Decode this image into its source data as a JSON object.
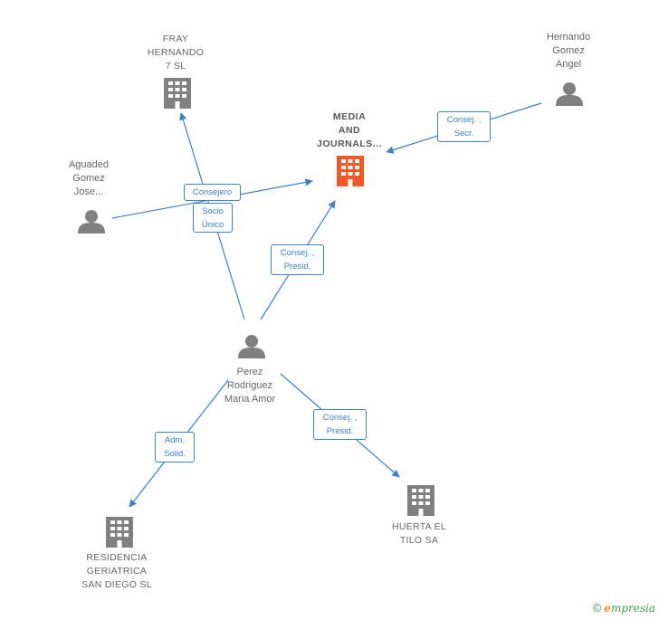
{
  "colors": {
    "edge": "#3d80c9",
    "node_gray": "#808080",
    "focus_company": "#f15a24",
    "brand_green": "#3aa04a",
    "brand_orange": "#f08a24"
  },
  "nodes": {
    "media": {
      "label": "MEDIA\nAND\nJOURNALS...",
      "kind": "company",
      "icon": "building-icon"
    },
    "fray": {
      "label": "FRAY\nHERNANDO\n7  SL",
      "kind": "company",
      "icon": "building-icon"
    },
    "hernando": {
      "label": "Hernando\nGomez\nAngel",
      "kind": "person",
      "icon": "person-icon"
    },
    "aguaded": {
      "label": "Aguaded\nGomez\nJose...",
      "kind": "person",
      "icon": "person-icon"
    },
    "perez": {
      "label": "Perez\nRodriguez\nMaria Amor",
      "kind": "person",
      "icon": "person-icon"
    },
    "residencia": {
      "label": "RESIDENCIA\nGERIATRICA\nSAN DIEGO SL",
      "kind": "company",
      "icon": "building-icon"
    },
    "huerta": {
      "label": "HUERTA EL\nTILO SA",
      "kind": "company",
      "icon": "building-icon"
    }
  },
  "relations": {
    "hernando_media": "Consej. ,\nSecr.",
    "aguaded_media": "Consejero",
    "perez_fray": "Socio\nÚnico",
    "perez_media": "Consej. ,\nPresid.",
    "perez_residencia": "Adm.\nSolid.",
    "perez_huerta": "Consej. ,\nPresid."
  },
  "brand": {
    "copyright": "©",
    "name_initial": "e",
    "name_rest": "mpresia"
  }
}
